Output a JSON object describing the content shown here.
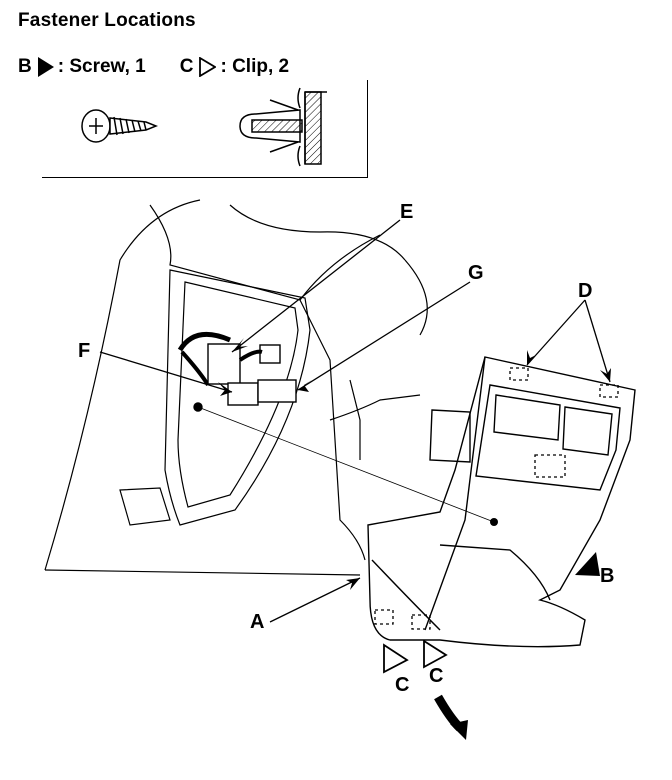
{
  "title": "Fastener Locations",
  "legend": {
    "screw": {
      "letter": "B",
      "text": ": Screw, 1"
    },
    "clip": {
      "letter": "C",
      "text": ": Clip, 2"
    }
  },
  "callouts": {
    "A": "A",
    "B": "B",
    "C1": "C",
    "C2": "C",
    "D": "D",
    "E": "E",
    "F": "F",
    "G": "G"
  }
}
